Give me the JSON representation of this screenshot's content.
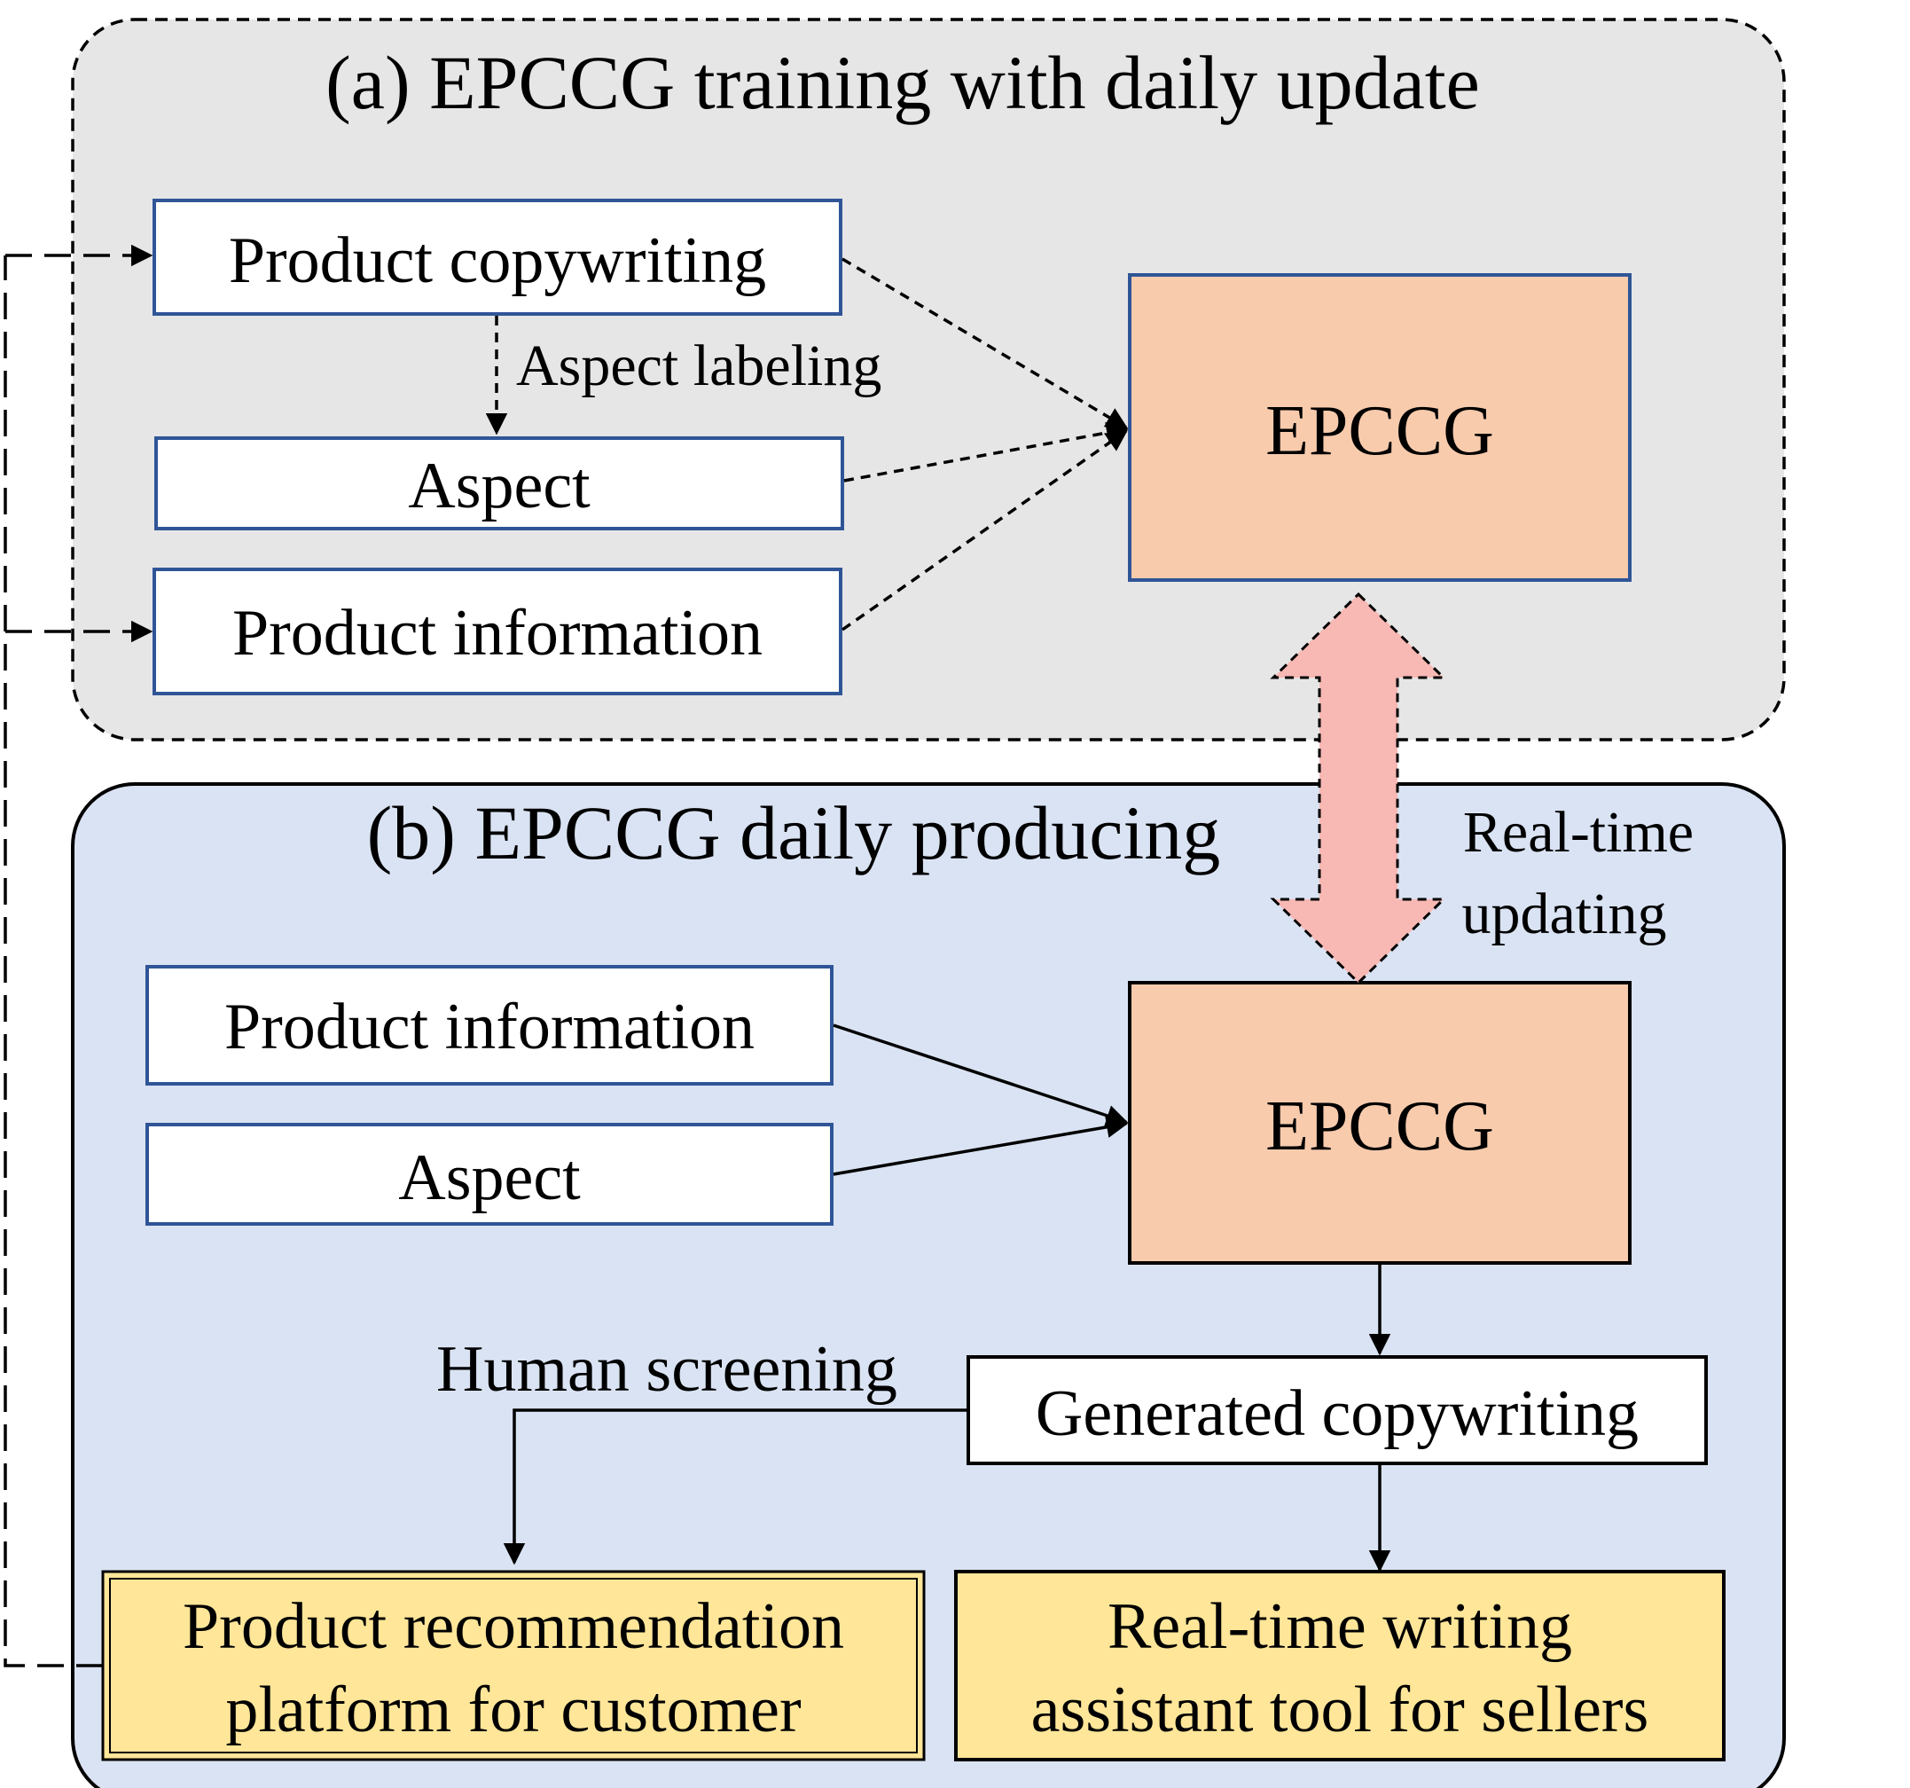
{
  "panel_a": {
    "title": "(a) EPCCG training with daily update",
    "product_copywriting": "Product copywriting",
    "aspect_labeling": "Aspect labeling",
    "aspect": "Aspect",
    "product_information": "Product information",
    "model": "EPCCG"
  },
  "panel_b": {
    "title": "(b) EPCCG daily producing",
    "product_information": "Product information",
    "aspect": "Aspect",
    "model": "EPCCG",
    "generated_copywriting": "Generated copywriting",
    "human_screening": "Human screening",
    "platform_line1": "Product recommendation",
    "platform_line2": "platform for customer",
    "tool_line1": "Real-time writing",
    "tool_line2": "assistant tool for sellers"
  },
  "realtime_updating": {
    "line1": "Real-time",
    "line2": "updating"
  },
  "colors": {
    "panel_a_fill": "#e6e6e6",
    "panel_b_fill": "#dae3f3",
    "box_border": "#2f5597",
    "model_fill": "#f8cbad",
    "yellow_fill": "#ffe699",
    "update_arrow_fill": "#f8b8b4"
  }
}
